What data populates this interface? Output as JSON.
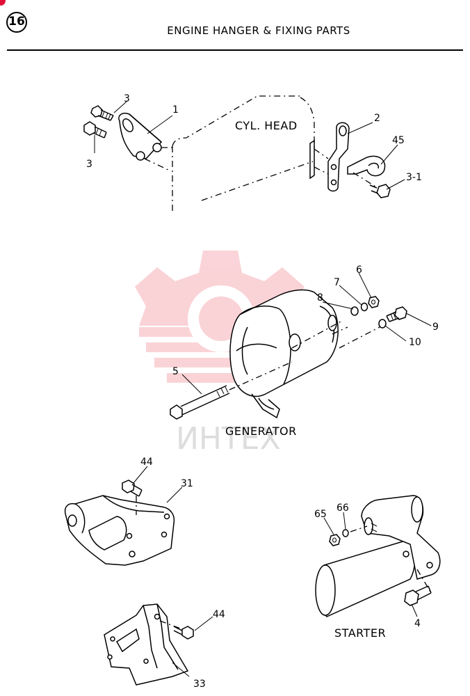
{
  "header": {
    "page_number": "16",
    "title": "ENGINE HANGER & FIXING PARTS"
  },
  "watermark": {
    "text": "ИНТЕХ",
    "color": "#f4a0a8"
  },
  "colors": {
    "corner_mark": "#e0103a",
    "line": "#000000"
  },
  "groups": {
    "cyl_head": "CYL. HEAD",
    "generator": "GENERATOR",
    "starter": "STARTER"
  },
  "callouts": {
    "p1": "1",
    "p2": "2",
    "p3a": "3",
    "p3b": "3",
    "p3_1": "3-1",
    "p45": "45",
    "p5": "5",
    "p6": "6",
    "p7": "7",
    "p8": "8",
    "p9": "9",
    "p10": "10",
    "p44a": "44",
    "p31": "31",
    "p65": "65",
    "p66": "66",
    "p4": "4",
    "p44b": "44",
    "p33": "33"
  }
}
